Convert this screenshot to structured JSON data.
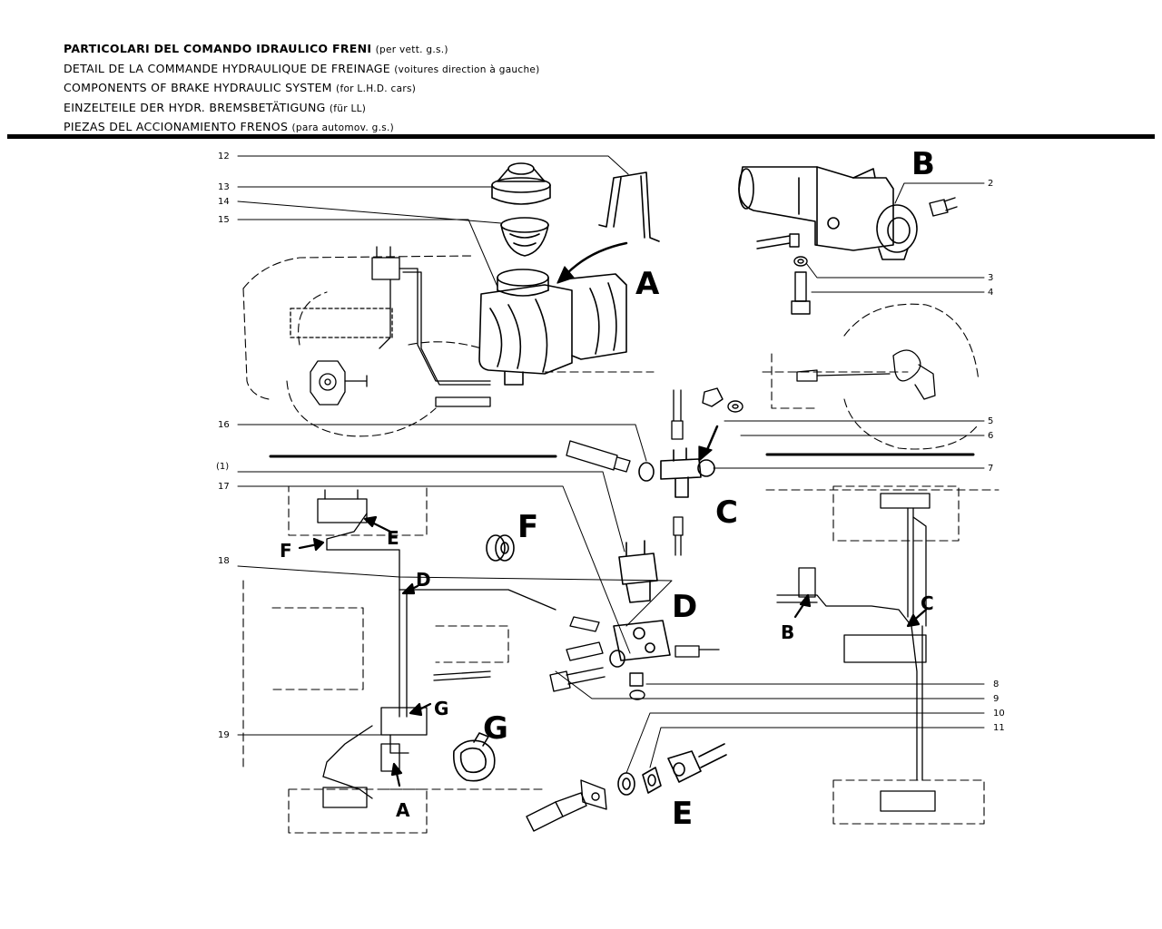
{
  "header": {
    "lines": [
      {
        "main": "PARTICOLARI DEL COMANDO IDRAULICO FRENI",
        "note": "(per vett. g.s.)"
      },
      {
        "main": "DETAIL DE LA COMMANDE HYDRAULIQUE DE FREINAGE",
        "note": "(voitures direction à gauche)"
      },
      {
        "main": "COMPONENTS OF BRAKE HYDRAULIC SYSTEM",
        "note": "(for L.H.D. cars)"
      },
      {
        "main": "EINZELTEILE DER HYDR. BREMSBETÄTIGUNG",
        "note": "(für LL)"
      },
      {
        "main": "PIEZAS DEL ACCIONAMIENTO FRENOS",
        "note": "(para automov. g.s.)"
      }
    ]
  },
  "callouts": {
    "n1": "(1)",
    "n2": "2",
    "n3": "3",
    "n4": "4",
    "n5": "5",
    "n6": "6",
    "n7": "7",
    "n8": "8",
    "n9": "9",
    "n10": "10",
    "n11": "11",
    "n12": "12",
    "n13": "13",
    "n14": "14",
    "n15": "15",
    "n16": "16",
    "n17": "17",
    "n18": "18",
    "n19": "19"
  },
  "section_labels": {
    "A": "A",
    "B": "B",
    "C": "C",
    "D": "D",
    "E": "E",
    "F": "F",
    "G": "G"
  }
}
